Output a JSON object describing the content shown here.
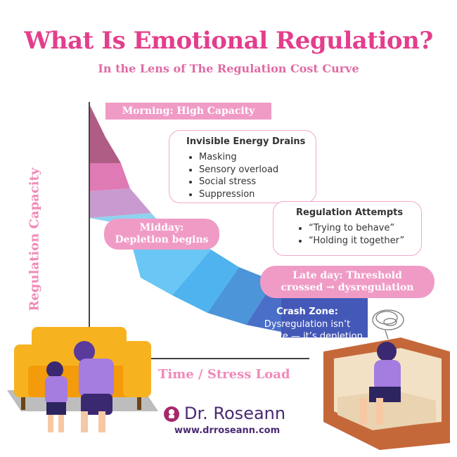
{
  "header": {
    "title": "What Is Emotional Regulation?",
    "subtitle": "In the Lens of The Regulation Cost Curve"
  },
  "axes": {
    "y_label": "Regulation Capacity",
    "x_label": "Time / Stress Load"
  },
  "labels": {
    "morning": "Morning: High Capacity",
    "midday_line1": "Midday:",
    "midday_line2": "Depletion begins",
    "late_line1": "Late day: Threshold",
    "late_line2": "crossed → dysregulation"
  },
  "drains": {
    "title": "Invisible Energy Drains",
    "items": [
      "Masking",
      "Sensory overload",
      "Social stress",
      "Suppression"
    ]
  },
  "attempts": {
    "title": "Regulation Attempts",
    "items": [
      "“Trying to behave”",
      "“Holding it together”"
    ]
  },
  "crash": {
    "title": "Crash Zone:",
    "line1": "Dysregulation isn’t",
    "line2": "defiance — it’s depletion."
  },
  "brand": {
    "name": "Dr. Roseann",
    "url": "www.drroseann.com"
  },
  "colors": {
    "title": "#e33e8c",
    "pill": "#f09bc6",
    "box_border": "#f3a7cc",
    "brand": "#4a2a73"
  }
}
